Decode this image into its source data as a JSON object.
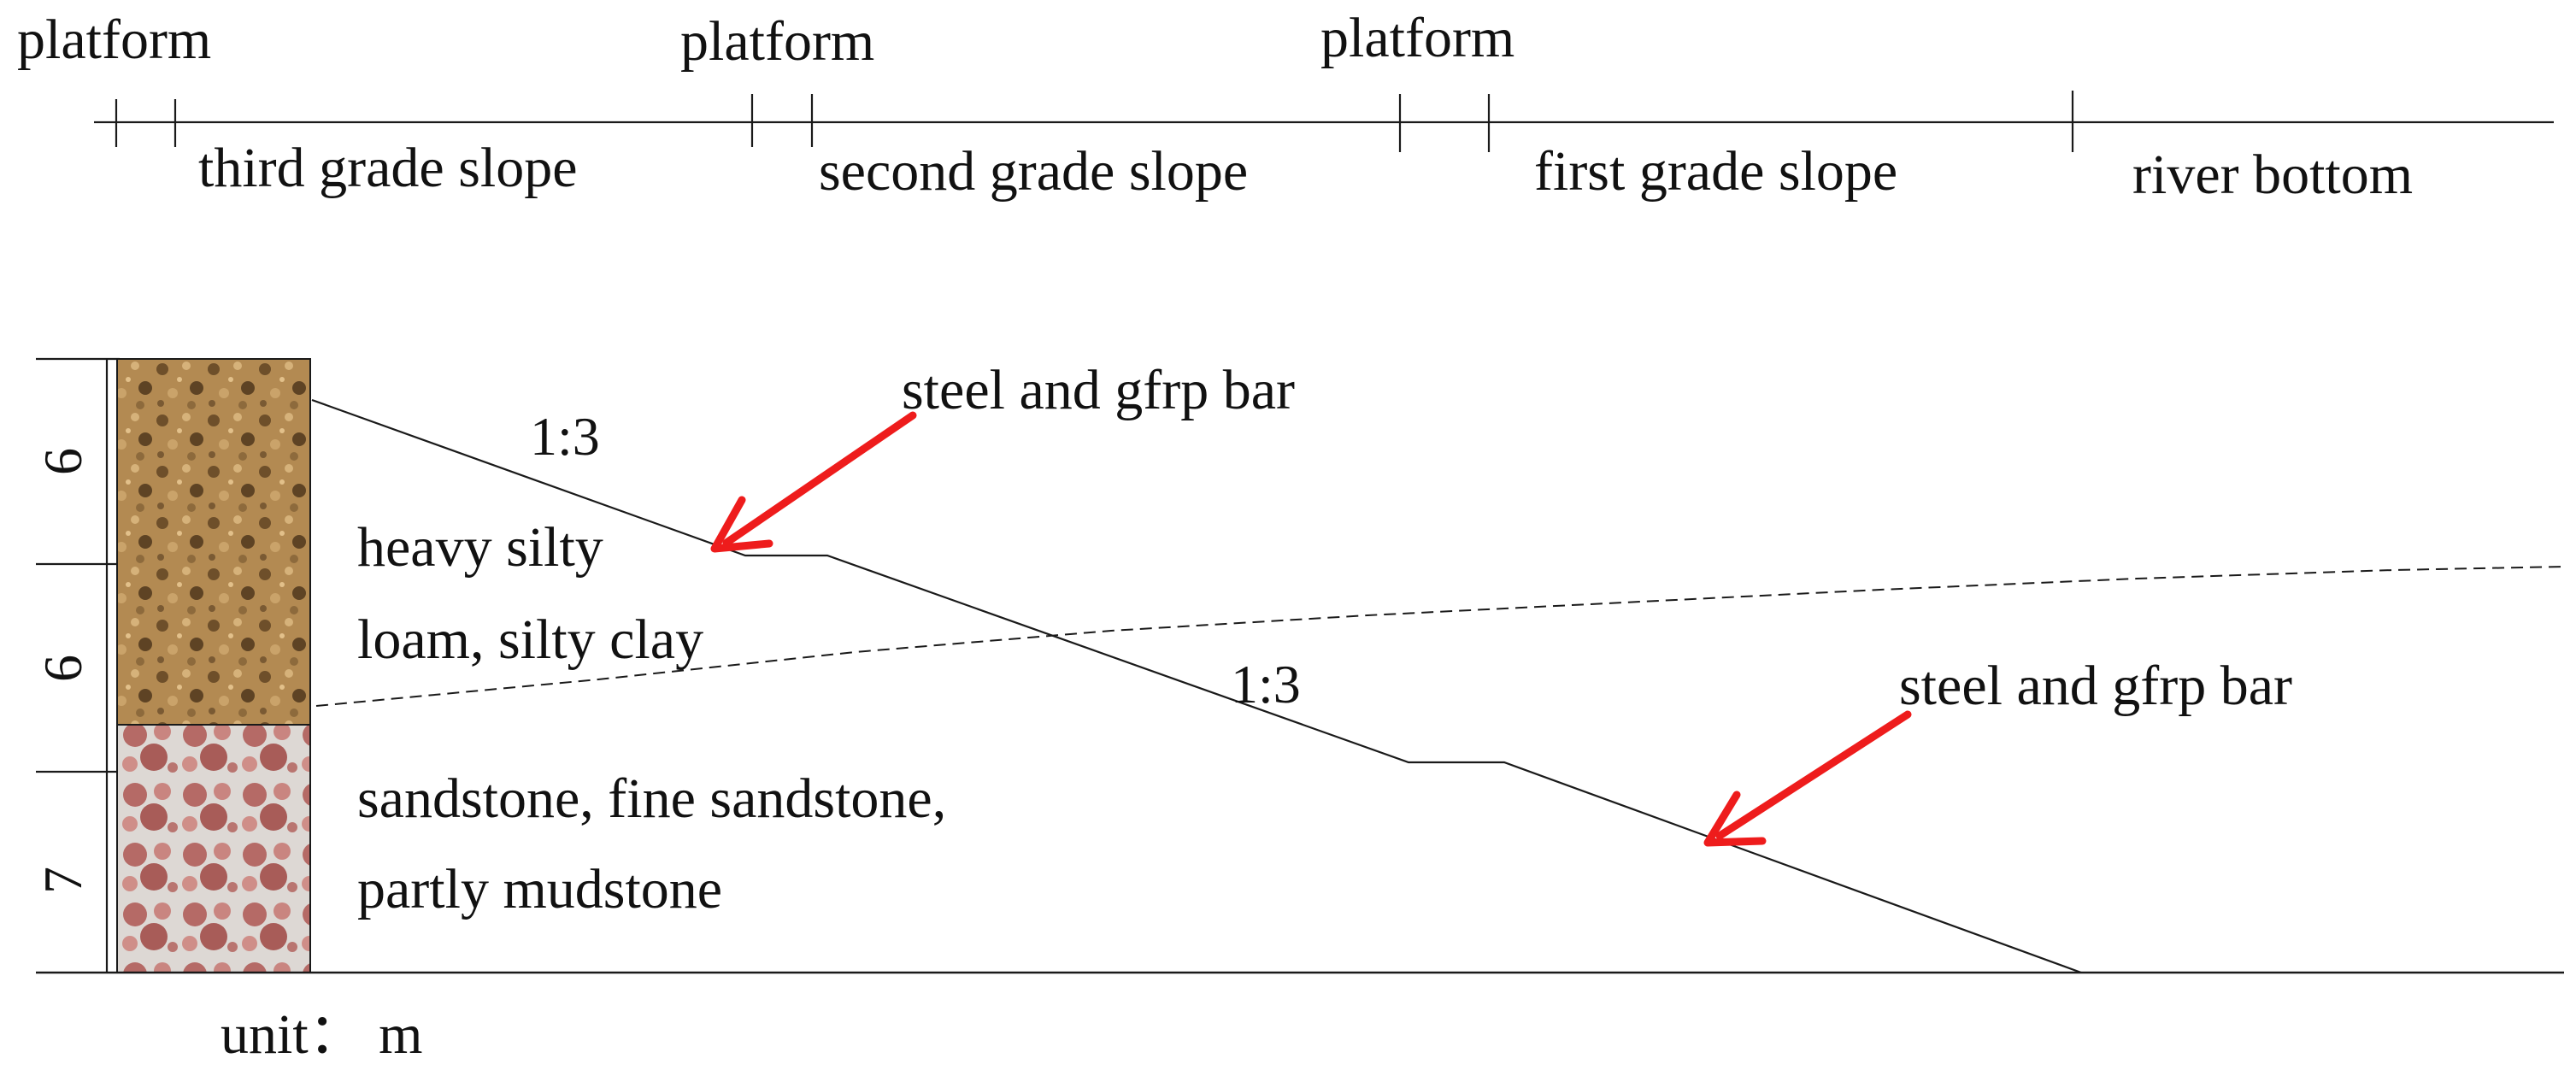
{
  "header": {
    "platform_labels": [
      "platform",
      "platform",
      "platform"
    ],
    "segments": [
      "third grade slope",
      "second grade slope",
      "first grade slope",
      "river bottom"
    ]
  },
  "profile": {
    "slope_ratios": [
      "1:3",
      "1:3"
    ],
    "layers": [
      {
        "thickness": "6"
      },
      {
        "thickness": "6"
      },
      {
        "thickness": "7"
      }
    ],
    "soil_upper_lines": [
      "heavy silty",
      "loam, silty clay"
    ],
    "soil_lower_lines": [
      "sandstone, fine sandstone,",
      "partly mudstone"
    ],
    "annotations": [
      "steel and gfrp bar",
      "steel and gfrp bar"
    ],
    "annotation_color": "#ee1c1c",
    "unit": "unit： m"
  },
  "colors": {
    "upper_soil": "#b0884f",
    "lower_rock": "#b86e6a"
  }
}
